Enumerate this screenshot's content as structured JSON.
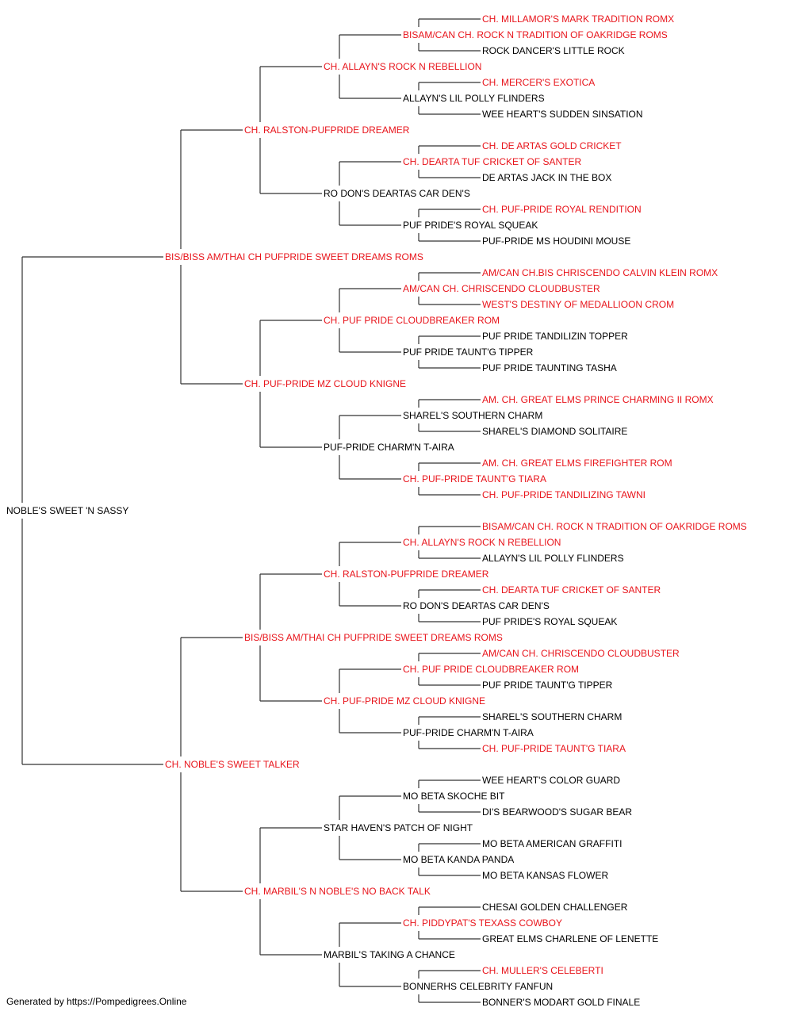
{
  "colors": {
    "champion": "#e8141b",
    "normal": "#000000",
    "line": "#333333"
  },
  "root": {
    "name": "NOBLE'S SWEET 'N SASSY",
    "ch": false,
    "sire": {
      "name": "BIS/BISS AM/THAI CH PUFPRIDE SWEET DREAMS ROMS",
      "ch": true,
      "sire": {
        "name": "CH. RALSTON-PUFPRIDE DREAMER",
        "ch": true,
        "sire": {
          "name": "CH. ALLAYN'S ROCK N REBELLION",
          "ch": true,
          "sire": {
            "name": "BISAM/CAN CH. ROCK N TRADITION OF OAKRIDGE ROMS",
            "ch": true,
            "sire": {
              "name": "CH. MILLAMOR'S MARK TRADITION ROMX",
              "ch": true
            },
            "dam": {
              "name": "ROCK DANCER'S LITTLE ROCK",
              "ch": false
            }
          },
          "dam": {
            "name": "ALLAYN'S LIL POLLY FLINDERS",
            "ch": false,
            "sire": {
              "name": "CH. MERCER'S EXOTICA",
              "ch": true
            },
            "dam": {
              "name": "WEE HEART'S SUDDEN SINSATION",
              "ch": false
            }
          }
        },
        "dam": {
          "name": "RO DON'S DEARTAS CAR DEN'S",
          "ch": false,
          "sire": {
            "name": "CH. DEARTA TUF CRICKET OF SANTER",
            "ch": true,
            "sire": {
              "name": "CH. DE ARTAS GOLD CRICKET",
              "ch": true
            },
            "dam": {
              "name": "DE ARTAS JACK IN THE BOX",
              "ch": false
            }
          },
          "dam": {
            "name": "PUF PRIDE'S ROYAL SQUEAK",
            "ch": false,
            "sire": {
              "name": "CH. PUF-PRIDE ROYAL RENDITION",
              "ch": true
            },
            "dam": {
              "name": "PUF-PRIDE MS HOUDINI MOUSE",
              "ch": false
            }
          }
        }
      },
      "dam": {
        "name": "CH. PUF-PRIDE MZ CLOUD KNIGNE",
        "ch": true,
        "sire": {
          "name": "CH. PUF PRIDE CLOUDBREAKER ROM",
          "ch": true,
          "sire": {
            "name": "AM/CAN CH. CHRISCENDO CLOUDBUSTER",
            "ch": true,
            "sire": {
              "name": "AM/CAN CH.BIS CHRISCENDO CALVIN KLEIN ROMX",
              "ch": true
            },
            "dam": {
              "name": "WEST'S DESTINY OF MEDALLIOON CROM",
              "ch": true
            }
          },
          "dam": {
            "name": "PUF PRIDE TAUNT'G TIPPER",
            "ch": false,
            "sire": {
              "name": "PUF PRIDE TANDILIZIN TOPPER",
              "ch": false
            },
            "dam": {
              "name": "PUF PRIDE TAUNTING TASHA",
              "ch": false
            }
          }
        },
        "dam": {
          "name": "PUF-PRIDE CHARM'N T-AIRA",
          "ch": false,
          "sire": {
            "name": "SHAREL'S SOUTHERN CHARM",
            "ch": false,
            "sire": {
              "name": "AM. CH. GREAT ELMS PRINCE CHARMING II ROMX",
              "ch": true
            },
            "dam": {
              "name": "SHAREL'S DIAMOND SOLITAIRE",
              "ch": false
            }
          },
          "dam": {
            "name": "CH. PUF-PRIDE TAUNT'G TIARA",
            "ch": true,
            "sire": {
              "name": "AM. CH. GREAT ELMS FIREFIGHTER ROM",
              "ch": true
            },
            "dam": {
              "name": "CH. PUF-PRIDE TANDILIZING TAWNI",
              "ch": true
            }
          }
        }
      }
    },
    "dam": {
      "name": "CH. NOBLE'S SWEET TALKER",
      "ch": true,
      "sire": {
        "name": "BIS/BISS AM/THAI CH PUFPRIDE SWEET DREAMS ROMS",
        "ch": true,
        "sire": {
          "name": "CH. RALSTON-PUFPRIDE DREAMER",
          "ch": true,
          "sire": {
            "name": "CH. ALLAYN'S ROCK N REBELLION",
            "ch": true,
            "sire": {
              "name": "BISAM/CAN CH. ROCK N TRADITION OF OAKRIDGE ROMS",
              "ch": true
            },
            "dam": {
              "name": "ALLAYN'S LIL POLLY FLINDERS",
              "ch": false
            }
          },
          "dam": {
            "name": "RO DON'S DEARTAS CAR DEN'S",
            "ch": false,
            "sire": {
              "name": "CH. DEARTA TUF CRICKET OF SANTER",
              "ch": true
            },
            "dam": {
              "name": "PUF PRIDE'S ROYAL SQUEAK",
              "ch": false
            }
          }
        },
        "dam": {
          "name": "CH. PUF-PRIDE MZ CLOUD KNIGNE",
          "ch": true,
          "sire": {
            "name": "CH. PUF PRIDE CLOUDBREAKER ROM",
            "ch": true,
            "sire": {
              "name": "AM/CAN CH. CHRISCENDO CLOUDBUSTER",
              "ch": true
            },
            "dam": {
              "name": "PUF PRIDE TAUNT'G TIPPER",
              "ch": false
            }
          },
          "dam": {
            "name": "PUF-PRIDE CHARM'N T-AIRA",
            "ch": false,
            "sire": {
              "name": "SHAREL'S SOUTHERN CHARM",
              "ch": false
            },
            "dam": {
              "name": "CH. PUF-PRIDE TAUNT'G TIARA",
              "ch": true
            }
          }
        }
      },
      "dam": {
        "name": "CH. MARBIL'S N NOBLE'S NO BACK TALK",
        "ch": true,
        "sire": {
          "name": "STAR HAVEN'S PATCH OF NIGHT",
          "ch": false,
          "sire": {
            "name": "MO BETA SKOCHE BIT",
            "ch": false,
            "sire": {
              "name": "WEE HEART'S COLOR GUARD",
              "ch": false
            },
            "dam": {
              "name": "DI'S BEARWOOD'S SUGAR BEAR",
              "ch": false
            }
          },
          "dam": {
            "name": "MO BETA KANDA PANDA",
            "ch": false,
            "sire": {
              "name": "MO BETA AMERICAN GRAFFITI",
              "ch": false
            },
            "dam": {
              "name": "MO BETA KANSAS FLOWER",
              "ch": false
            }
          }
        },
        "dam": {
          "name": "MARBIL'S TAKING A CHANCE",
          "ch": false,
          "sire": {
            "name": "CH. PIDDYPAT'S TEXASS COWBOY",
            "ch": true,
            "sire": {
              "name": "CHESAI GOLDEN CHALLENGER",
              "ch": false
            },
            "dam": {
              "name": "GREAT ELMS CHARLENE OF LENETTE",
              "ch": false
            }
          },
          "dam": {
            "name": "BONNERHS CELEBRITY FANFUN",
            "ch": false,
            "sire": {
              "name": "CH. MULLER'S CELEBERTI",
              "ch": true
            },
            "dam": {
              "name": "BONNER'S MODART GOLD FINALE",
              "ch": false
            }
          }
        }
      }
    }
  },
  "footer": "Generated by https://Pompedigrees.Online"
}
